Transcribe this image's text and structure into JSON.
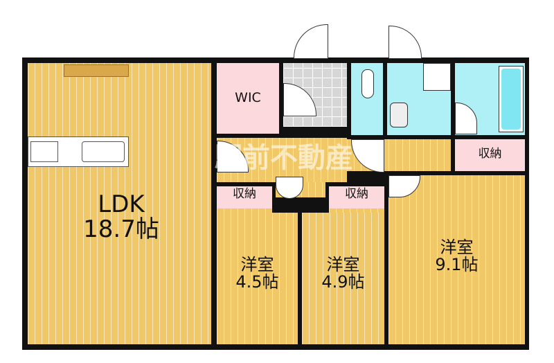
{
  "rooms": {
    "ldk": {
      "name": "LDK",
      "size": "18.7帖"
    },
    "wic": {
      "name": "WIC"
    },
    "western1": {
      "name": "洋室",
      "size": "4.5帖"
    },
    "western2": {
      "name": "洋室",
      "size": "4.9帖"
    },
    "western3": {
      "name": "洋室",
      "size": "9.1帖"
    },
    "storage1": {
      "name": "収納"
    },
    "storage2": {
      "name": "収納"
    },
    "storage3": {
      "name": "収納"
    }
  },
  "watermark": "駅前不動産",
  "colors": {
    "floor": "#f0c868",
    "storage": "#fbd9dc",
    "wet": "#aef0f6",
    "wall": "#111111"
  }
}
